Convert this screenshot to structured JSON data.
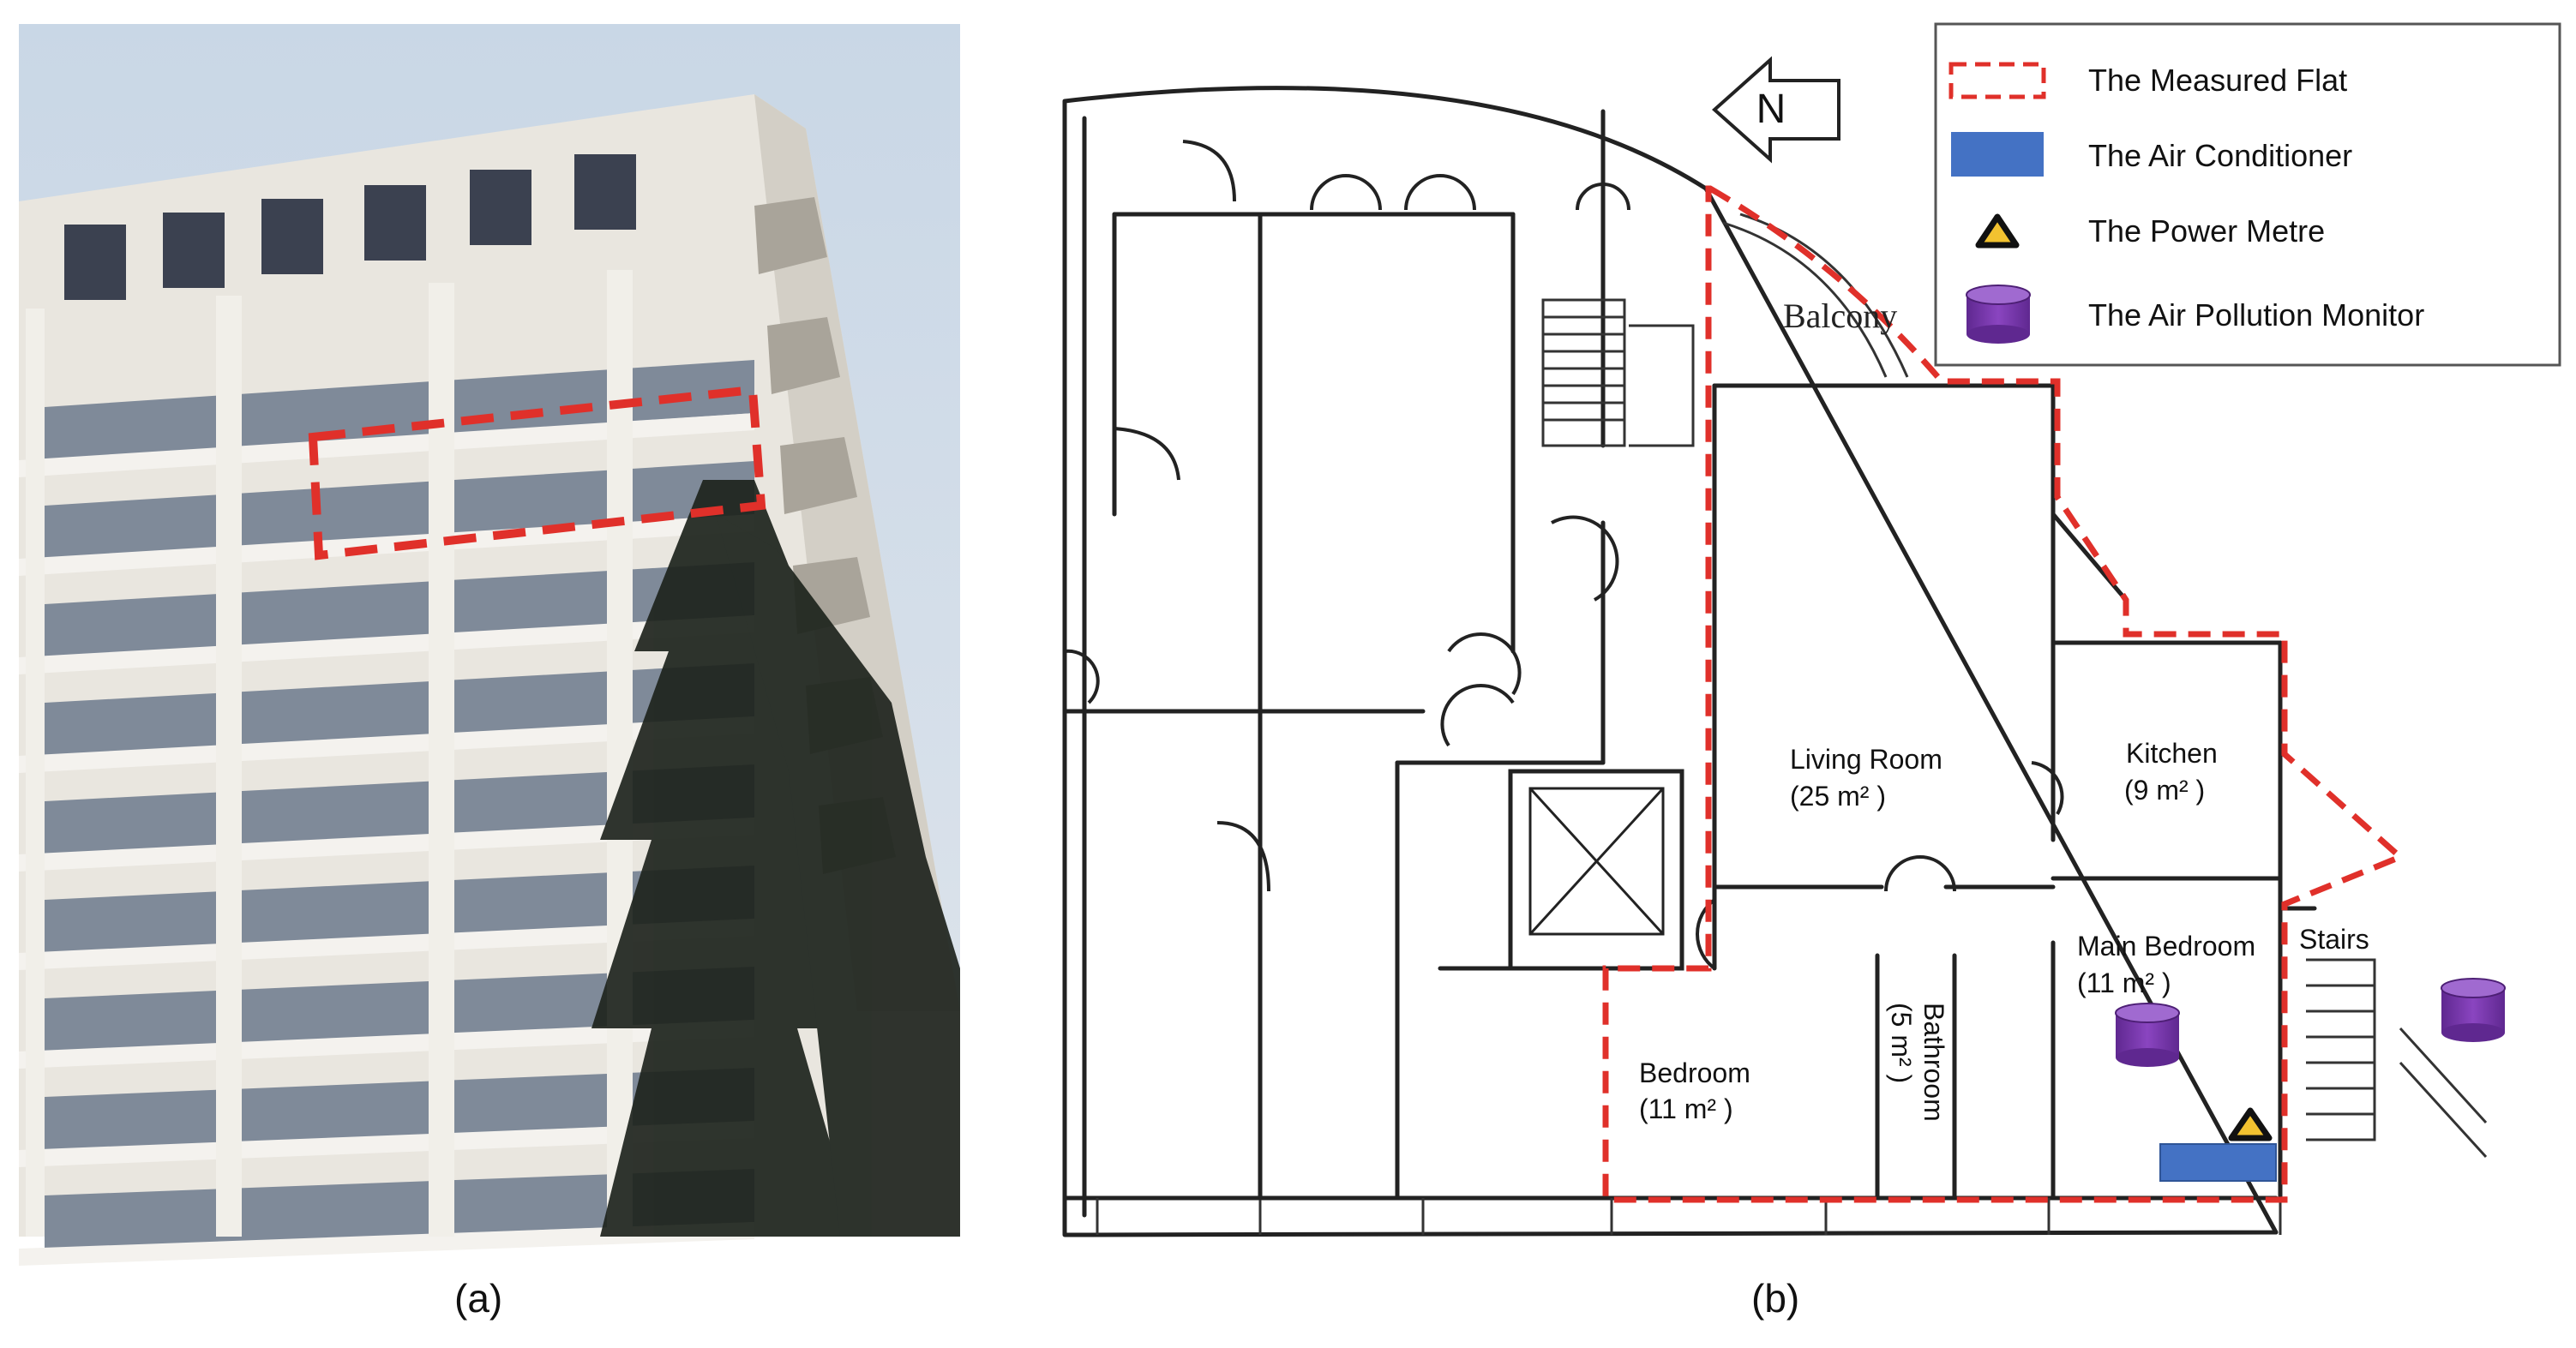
{
  "panels": {
    "a": {
      "caption": "(a)"
    },
    "b": {
      "caption": "(b)"
    }
  },
  "compass": {
    "label": "N"
  },
  "legend": {
    "items": [
      {
        "label": "The Measured Flat",
        "icon": "red-dashed-rect-icon",
        "color": "#e0302a"
      },
      {
        "label": "The Air Conditioner",
        "icon": "blue-rect-icon",
        "color": "#4472c4"
      },
      {
        "label": "The Power Metre",
        "icon": "warning-triangle-icon",
        "color": "#f2c230"
      },
      {
        "label": "The Air Pollution Monitor",
        "icon": "purple-cylinder-icon",
        "color": "#7030a0"
      }
    ]
  },
  "rooms": {
    "balcony": "Balcony",
    "living_room": {
      "name": "Living Room",
      "area": "(25 m² )"
    },
    "kitchen": {
      "name": "Kitchen",
      "area": "(9 m² )"
    },
    "main_bedroom": {
      "name": "Main Bedroom",
      "area": "(11 m² )"
    },
    "stairs": "Stairs",
    "bedroom": {
      "name": "Bedroom",
      "area": "(11 m² )"
    },
    "bathroom": {
      "name": "Bathroom",
      "area": "(5 m² )"
    }
  },
  "colors": {
    "measured_flat": "#e0302a",
    "air_conditioner": "#4472c4",
    "power_metre": "#f2c230",
    "air_pollution_monitor": "#7030a0"
  }
}
